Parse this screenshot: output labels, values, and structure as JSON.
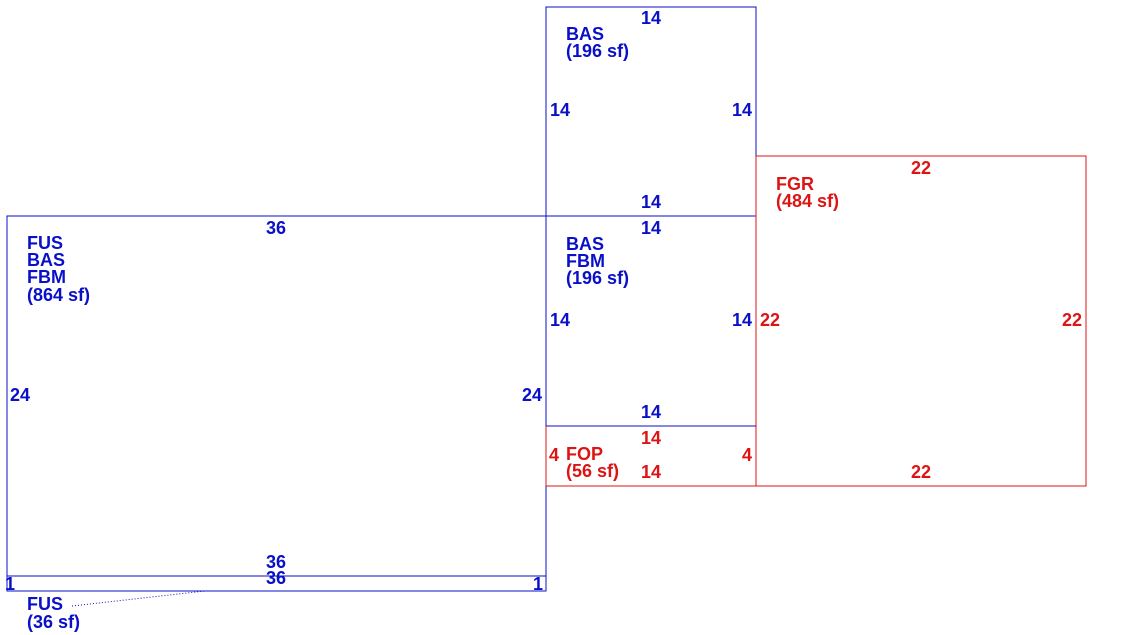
{
  "colors": {
    "living": "#0a10c8",
    "other": "#dd1414",
    "background": "#ffffff"
  },
  "sections": [
    {
      "id": "main",
      "type": "living",
      "codes": [
        "FUS",
        "BAS",
        "FBM"
      ],
      "area": "(864 sf)",
      "dims": {
        "top": "36",
        "bottom": "36",
        "left": "24",
        "right": "24"
      }
    },
    {
      "id": "upper_bas",
      "type": "living",
      "codes": [
        "BAS"
      ],
      "area": "(196 sf)",
      "dims": {
        "top": "14",
        "bottom": "14",
        "left": "14",
        "right": "14"
      }
    },
    {
      "id": "mid_bas",
      "type": "living",
      "codes": [
        "BAS",
        "FBM"
      ],
      "area": "(196 sf)",
      "dims": {
        "top": "14",
        "bottom": "14",
        "left": "14",
        "right": "14"
      }
    },
    {
      "id": "porch",
      "type": "other",
      "codes": [
        "FOP"
      ],
      "area": "(56 sf)",
      "dims": {
        "top": "14",
        "bottom": "14",
        "left": "4",
        "right": "4"
      }
    },
    {
      "id": "garage",
      "type": "other",
      "codes": [
        "FGR"
      ],
      "area": "(484 sf)",
      "dims": {
        "top": "22",
        "bottom": "22",
        "left": "22",
        "right": "22"
      }
    },
    {
      "id": "strip",
      "type": "living",
      "codes": [
        "FUS"
      ],
      "area": "(36 sf)",
      "dims": {
        "top": "36",
        "left": "1",
        "right": "1"
      }
    }
  ]
}
